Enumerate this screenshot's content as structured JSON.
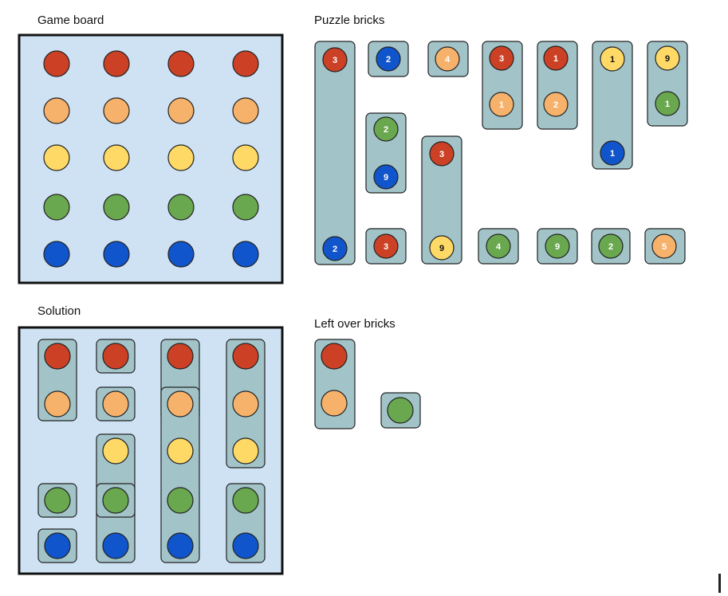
{
  "headings": {
    "game_board": "Game board",
    "puzzle_bricks": "Puzzle bricks",
    "solution": "Solution",
    "left_over": "Left over bricks"
  },
  "colors": {
    "red": "#cc4125",
    "orange": "#f6b26b",
    "yellow": "#ffd966",
    "green": "#6aa84f",
    "blue": "#1155cc",
    "board_fill": "#cfe2f3",
    "brick_fill": "#a2c4c9",
    "outline": "#222222"
  },
  "game_board": {
    "rows": [
      "red",
      "orange",
      "yellow",
      "green",
      "blue"
    ],
    "columns": 4
  },
  "puzzle_bricks": [
    {
      "dots": [
        {
          "color": "red",
          "label": "3"
        },
        {
          "color": "blue",
          "label": "2"
        }
      ]
    },
    {
      "dots": [
        {
          "color": "blue",
          "label": "2"
        }
      ]
    },
    {
      "dots": [
        {
          "color": "orange",
          "label": "4"
        }
      ]
    },
    {
      "dots": [
        {
          "color": "red",
          "label": "3"
        },
        {
          "color": "orange",
          "label": "1"
        }
      ]
    },
    {
      "dots": [
        {
          "color": "red",
          "label": "1"
        },
        {
          "color": "orange",
          "label": "2"
        }
      ]
    },
    {
      "dots": [
        {
          "color": "yellow",
          "label": "1"
        },
        {
          "color": "blue",
          "label": "1"
        }
      ]
    },
    {
      "dots": [
        {
          "color": "yellow",
          "label": "9"
        },
        {
          "color": "green",
          "label": "1"
        }
      ]
    },
    {
      "dots": [
        {
          "color": "green",
          "label": "2"
        },
        {
          "color": "blue",
          "label": "9"
        }
      ]
    },
    {
      "dots": [
        {
          "color": "red",
          "label": "3"
        },
        {
          "color": "yellow",
          "label": "9"
        }
      ]
    },
    {
      "dots": [
        {
          "color": "red",
          "label": "3"
        }
      ]
    },
    {
      "dots": [
        {
          "color": "green",
          "label": "4"
        }
      ]
    },
    {
      "dots": [
        {
          "color": "green",
          "label": "9"
        }
      ]
    },
    {
      "dots": [
        {
          "color": "green",
          "label": "2"
        }
      ]
    },
    {
      "dots": [
        {
          "color": "orange",
          "label": "5"
        }
      ]
    }
  ],
  "solution_bricks": [
    {
      "column": 1,
      "from_row": 1,
      "to_row": 2
    },
    {
      "column": 1,
      "from_row": 4,
      "to_row": 4
    },
    {
      "column": 1,
      "from_row": 5,
      "to_row": 5
    },
    {
      "column": 2,
      "from_row": 1,
      "to_row": 1
    },
    {
      "column": 2,
      "from_row": 2,
      "to_row": 2
    },
    {
      "column": 2,
      "from_row": 3,
      "to_row": 5
    },
    {
      "column": 2,
      "from_row": 4,
      "to_row": 4
    },
    {
      "column": 3,
      "from_row": 1,
      "to_row": 2
    },
    {
      "column": 3,
      "from_row": 2,
      "to_row": 5
    },
    {
      "column": 4,
      "from_row": 1,
      "to_row": 3
    },
    {
      "column": 4,
      "from_row": 4,
      "to_row": 5
    }
  ],
  "left_over_bricks": [
    {
      "dots": [
        "red",
        "orange"
      ]
    },
    {
      "dots": [
        "green"
      ]
    }
  ]
}
